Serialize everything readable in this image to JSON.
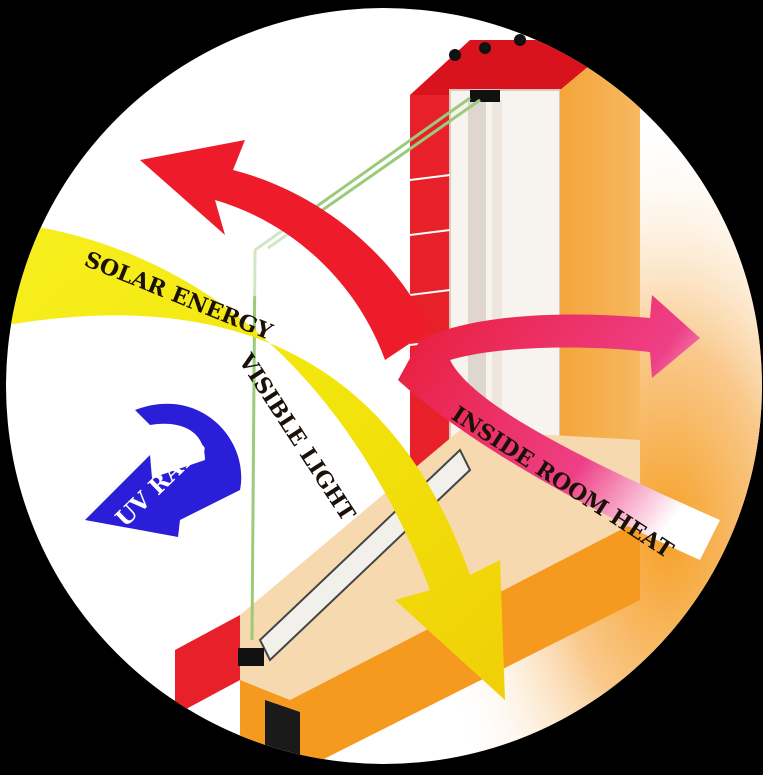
{
  "labels": {
    "solar_energy": "SOLAR ENERGY",
    "visible_light": "VISIBLE LIGHT",
    "uv_rays": "UV RAYS",
    "inside_room_heat": "INSIDE ROOM HEAT"
  },
  "colors": {
    "background": "#000000",
    "circle": "#ffffff",
    "frame_red": "#e8202a",
    "frame_orange": "#f59a1f",
    "solar_arrow": "#ee1c2a",
    "heat_arrow": "#e81b35",
    "light_arrow": "#f3e80a",
    "uv_arrow": "#2b1ed8",
    "glass_edge": "#9acb7a",
    "label_text": "#1a1208"
  }
}
